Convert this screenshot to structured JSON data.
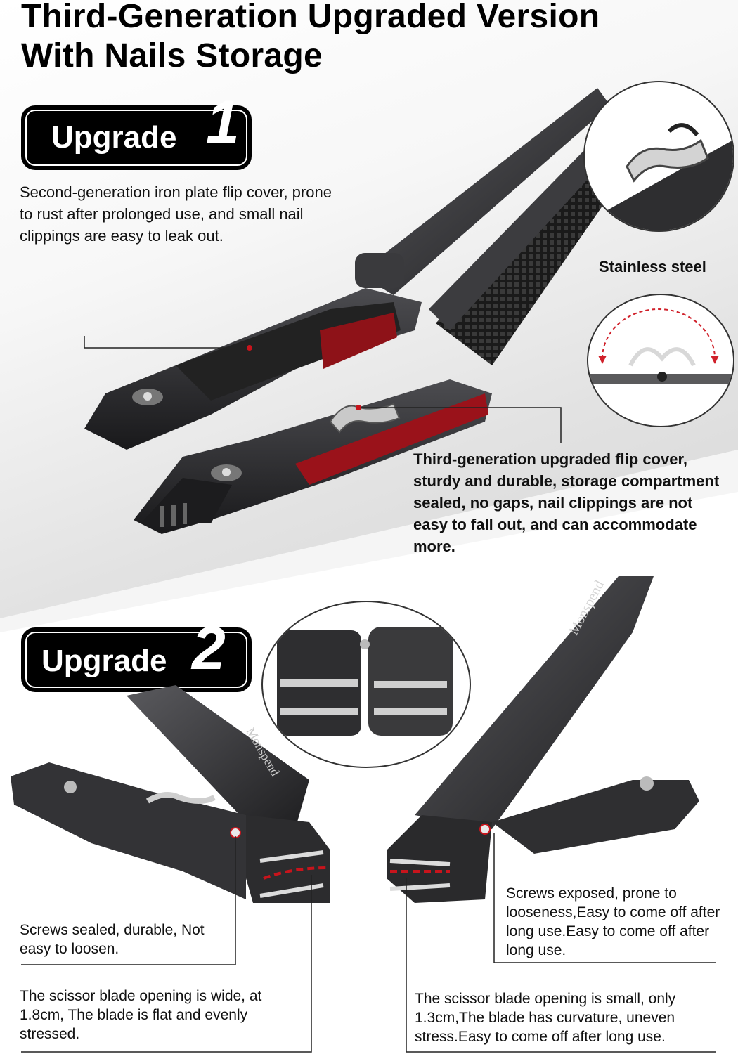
{
  "title": {
    "line1": "Third-Generation Upgraded Version",
    "line2": "With Nails Storage"
  },
  "upgrade1": {
    "badge_word": "Upgrade",
    "badge_number": "1",
    "old_text": "Second-generation iron plate flip cover, prone to rust after prolonged use, and small nail clippings are easy to leak out.",
    "stainless_label": "Stainless steel",
    "new_text": "Third-generation upgraded flip cover, sturdy and durable, storage compartment sealed, no gaps, nail clippings are not easy to fall out, and can accommodate more."
  },
  "upgrade2": {
    "badge_word": "Upgrade",
    "badge_number": "2",
    "brand_mark_left": "Monspend",
    "brand_mark_right": "Monspend",
    "left_screws_text": "Screws sealed, durable, Not easy to loosen.",
    "left_blade_text": "The scissor blade opening is wide, at 1.8cm, The blade is flat and evenly stressed.",
    "right_screws_text": "Screws exposed, prone to looseness,Easy to come off after long use.Easy to come off after long use.",
    "right_blade_text": "The scissor blade opening is small, only 1.3cm,The blade has curvature, uneven stress.Easy to come off after long use."
  },
  "colors": {
    "metal_dark": "#2c2c2e",
    "metal_mid": "#4a4a4d",
    "accent_red": "#b3141b",
    "badge_bg": "#000000"
  }
}
